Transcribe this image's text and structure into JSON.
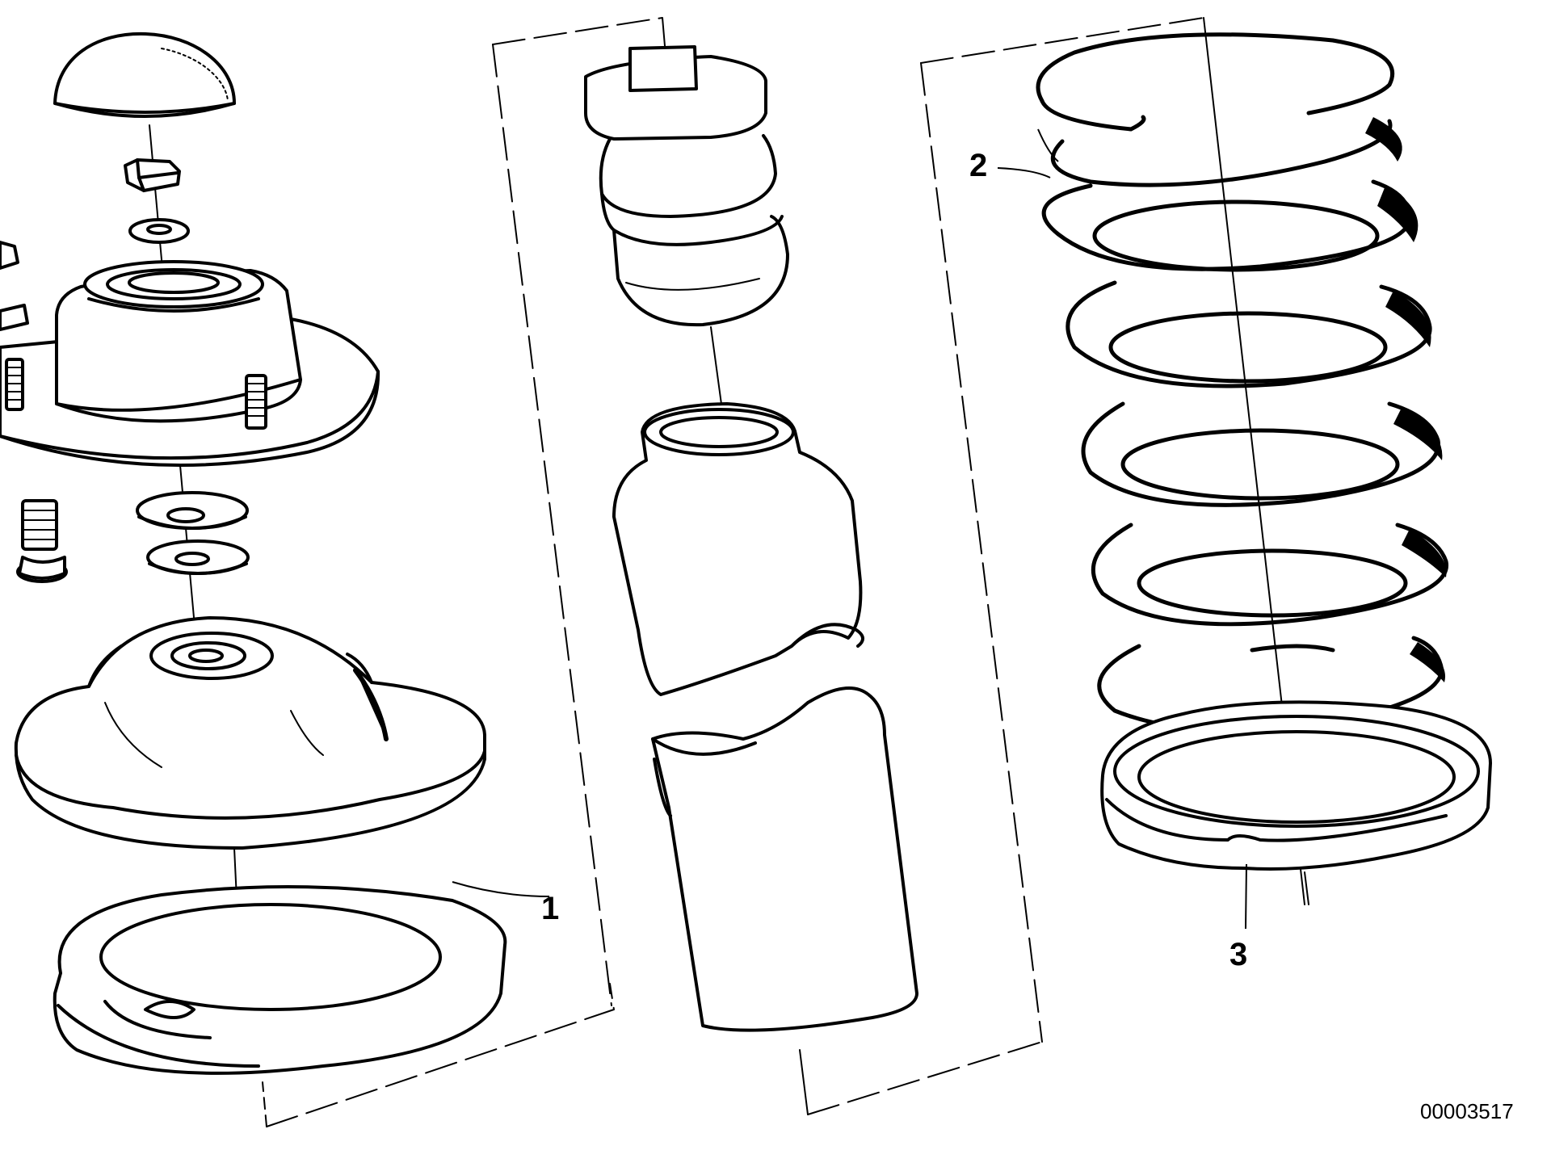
{
  "diagram": {
    "callouts": [
      {
        "id": "1",
        "label": "1"
      },
      {
        "id": "2",
        "label": "2"
      },
      {
        "id": "3",
        "label": "3"
      }
    ],
    "document_number": "00003517"
  },
  "colors": {
    "ink": "#000000",
    "paper": "#ffffff"
  }
}
